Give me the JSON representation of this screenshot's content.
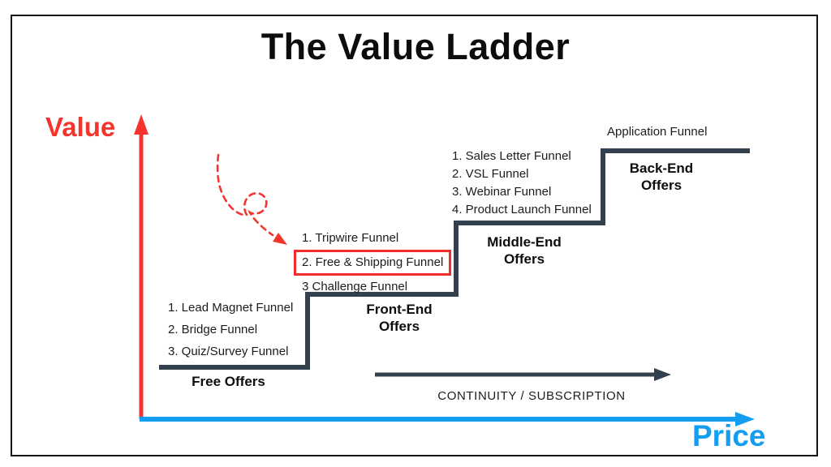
{
  "title": "The Value Ladder",
  "value_axis": {
    "label": "Value"
  },
  "price_axis": {
    "label": "Price"
  },
  "continuity": {
    "label": "CONTINUITY / SUBSCRIPTION"
  },
  "steps": [
    {
      "name": "Free Offers",
      "items": [
        "1. Lead Magnet Funnel",
        "2. Bridge Funnel",
        "3. Quiz/Survey Funnel"
      ]
    },
    {
      "name": "Front-End Offers",
      "items": [
        "1. Tripwire Funnel",
        "2. Free & Shipping Funnel",
        "3 Challenge Funnel"
      ],
      "highlighted_item": "2. Free & Shipping Funnel"
    },
    {
      "name": "Middle-End Offers",
      "items": [
        "1. Sales Letter Funnel",
        "2. VSL Funnel",
        "3. Webinar Funnel",
        "4. Product Launch Funnel"
      ]
    },
    {
      "name": "Back-End Offers",
      "items": [
        "Application Funnel"
      ]
    }
  ],
  "colors": {
    "value_axis_red": "#f5342e",
    "price_axis_blue": "#149ef2",
    "stair_slate": "#33404e",
    "highlight_box_red": "#f32b2b",
    "text_black": "#111111"
  }
}
